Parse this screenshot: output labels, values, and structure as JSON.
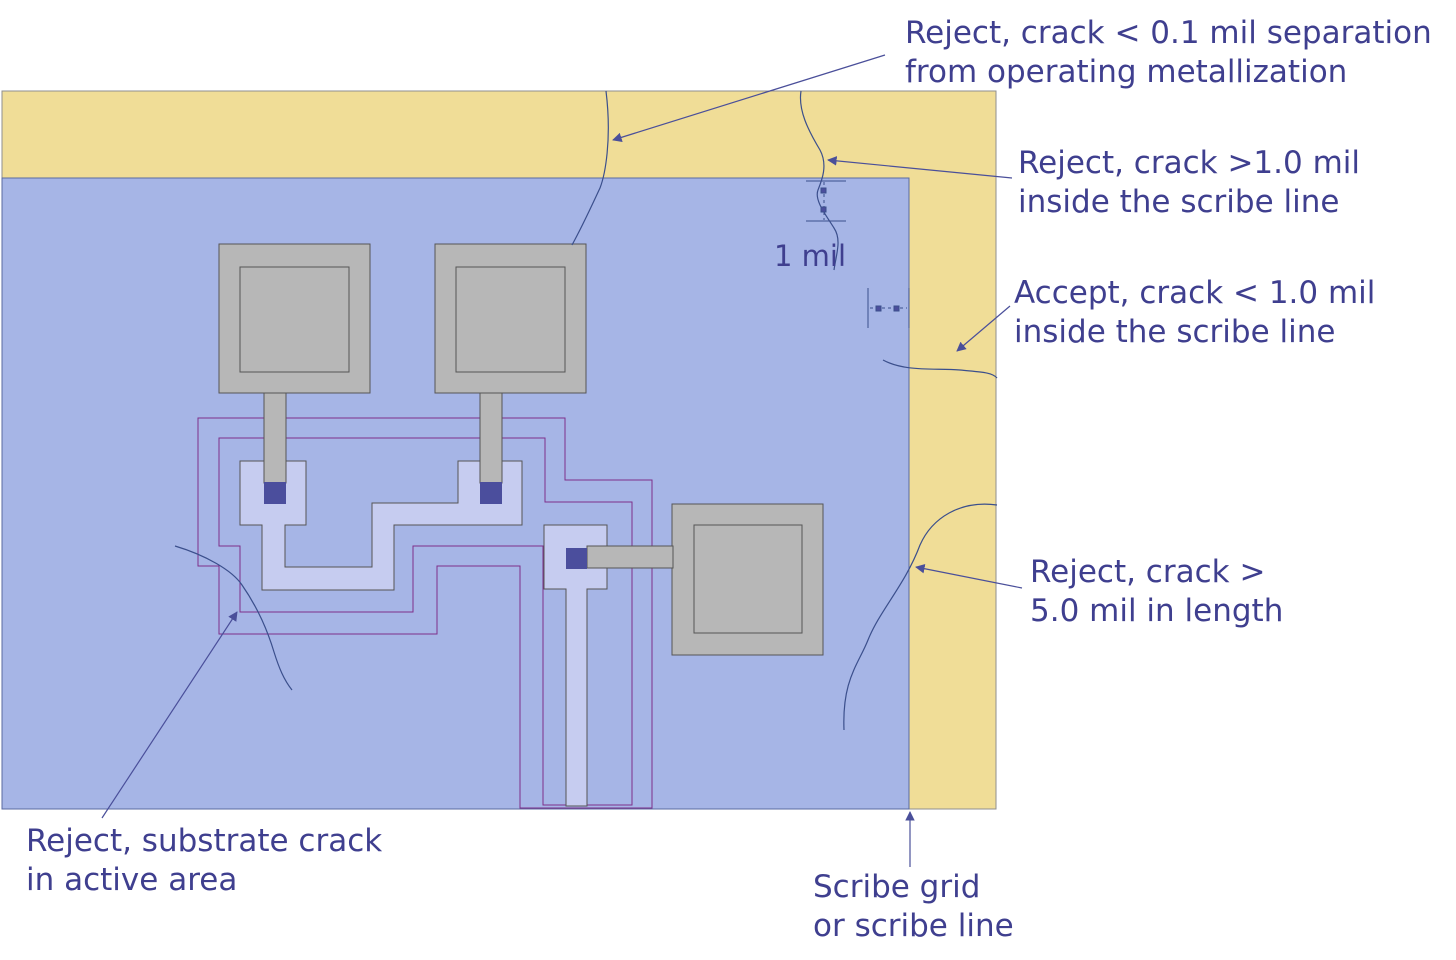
{
  "colors": {
    "scribe": "#f0dd97",
    "active": "#a6b5e6",
    "pad": "#b7b7b7",
    "metal": "#c6ccf0",
    "contact": "#4b4e9d",
    "outline": "#7f2f8a",
    "text": "#3f3f8f",
    "arrow": "#4a4f9a",
    "crack": "#3b4f8c"
  },
  "callouts": {
    "separation": {
      "line1": "Reject, crack < 0.1 mil separation",
      "line2": "from operating metallization"
    },
    "inside_reject": {
      "line1": "Reject, crack >1.0 mil",
      "line2": "inside the scribe line"
    },
    "inside_accept": {
      "line1": "Accept, crack < 1.0 mil",
      "line2": "inside the scribe line"
    },
    "length": {
      "line1": "Reject, crack >",
      "line2": "5.0 mil in length"
    },
    "substrate": {
      "line1": "Reject, substrate crack",
      "line2": "in active area"
    },
    "scribe": {
      "line1": "Scribe grid",
      "line2": "or scribe line"
    }
  },
  "dimension_label": "1 mil"
}
